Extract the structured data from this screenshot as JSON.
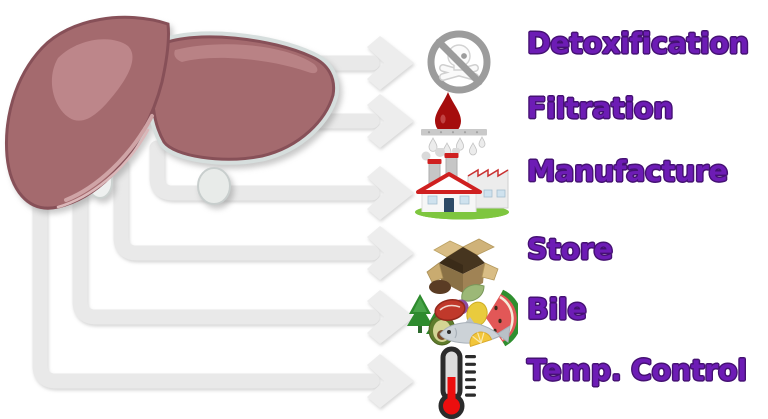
{
  "functions": [
    {
      "label": "Detoxification",
      "icon": "no-poison-icon"
    },
    {
      "label": "Filtration",
      "icon": "blood-filtration-icon"
    },
    {
      "label": "Manufacture",
      "icon": "factory-icon"
    },
    {
      "label": "Store",
      "icon": "open-box-icon"
    },
    {
      "label": "Bile",
      "icon": "food-icon"
    },
    {
      "label": "Temp. Control",
      "icon": "thermometer-icon"
    }
  ],
  "colors": {
    "label": "#6d1cb5",
    "label_outline": "#451173",
    "pipe": "#e9e9e9",
    "arrowhead": "#ededed",
    "liver_main": "#a46a6e",
    "liver_outline": "#875058",
    "liver_highlight": "#bd868a"
  }
}
